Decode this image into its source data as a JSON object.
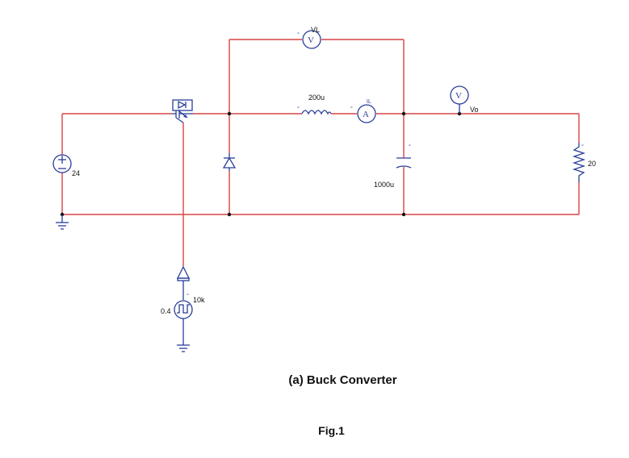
{
  "diagram": {
    "labels": {
      "voltmeter_vl": "VL",
      "inductor_value": "200u",
      "voltmeter_vo": "Vo",
      "capacitor_value": "1000u",
      "source_voltage": "24",
      "load_resistance": "20",
      "gate_frequency": "10k",
      "gate_duty": "0.4"
    },
    "meter_symbols": {
      "voltmeter": "V",
      "ammeter": "A",
      "il_tag": "IL"
    }
  },
  "captions": {
    "subfigure": "(a)  Buck Converter",
    "figure": "Fig.1"
  }
}
